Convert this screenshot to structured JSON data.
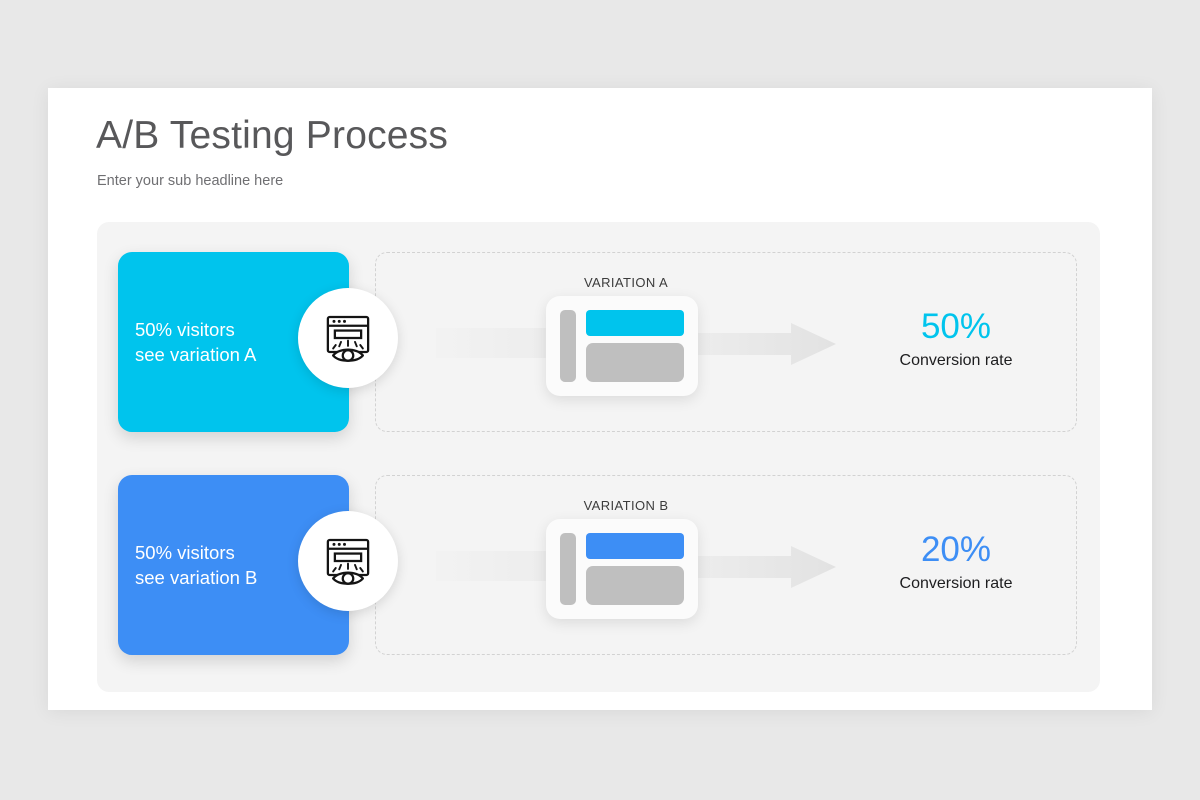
{
  "slide": {
    "title": "A/B Testing Process",
    "subtitle": "Enter your sub headline here"
  },
  "theme": {
    "background": "#e8e8e8",
    "slide_background": "#ffffff",
    "panel_background": "#f4f4f4",
    "title_color": "#58585a",
    "subtitle_color": "#6f6f72",
    "dashed_border_color": "#d2d2d2",
    "arrow_color": "#e6e6e6",
    "wireframe_gray": "#bfbfbf"
  },
  "rows": [
    {
      "id": "variation-a",
      "accent_color": "#00c4ed",
      "visitor_text": "50% visitors\nsee variation A",
      "icon": "browser-eye-icon",
      "variation_label": "VARIATION A",
      "conversion_value": "50%",
      "conversion_label": "Conversion rate"
    },
    {
      "id": "variation-b",
      "accent_color": "#3d8ef5",
      "visitor_text": "50% visitors\nsee variation B",
      "icon": "browser-eye-icon",
      "variation_label": "VARIATION B",
      "conversion_value": "20%",
      "conversion_label": "Conversion rate"
    }
  ]
}
